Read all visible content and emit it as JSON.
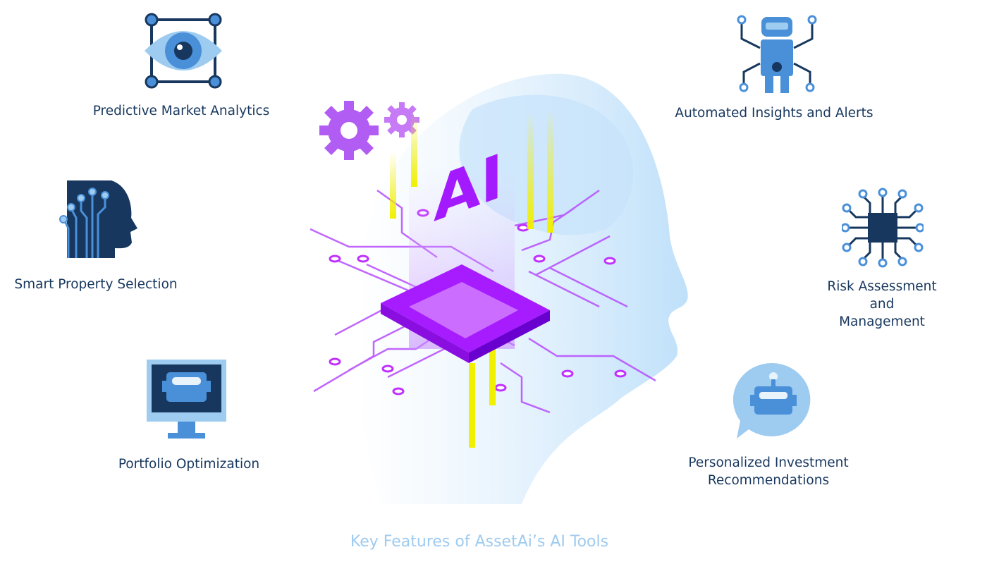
{
  "title": "Key Features of AssetAi’s AI Tools",
  "center_art": {
    "chip_text": "AI"
  },
  "features": [
    {
      "label": "Predictive Market Analytics",
      "icon": "eye-focus-icon"
    },
    {
      "label": "Smart Property Selection",
      "icon": "head-circuit-icon"
    },
    {
      "label": "Portfolio Optimization",
      "icon": "monitor-robot-icon"
    },
    {
      "label": "Automated Insights and Alerts",
      "icon": "robot-icon"
    },
    {
      "label_lines": [
        "Risk Assessment",
        "and",
        "Management"
      ],
      "icon": "chip-icon"
    },
    {
      "label_lines": [
        "Personalized Investment",
        "Recommendations"
      ],
      "icon": "chat-robot-icon"
    }
  ],
  "colors": {
    "navy": "#17375e",
    "blue": "#4a90d9",
    "light_blue": "#9ecbf0",
    "purple": "#a21cff",
    "yellow": "#f0f000"
  }
}
